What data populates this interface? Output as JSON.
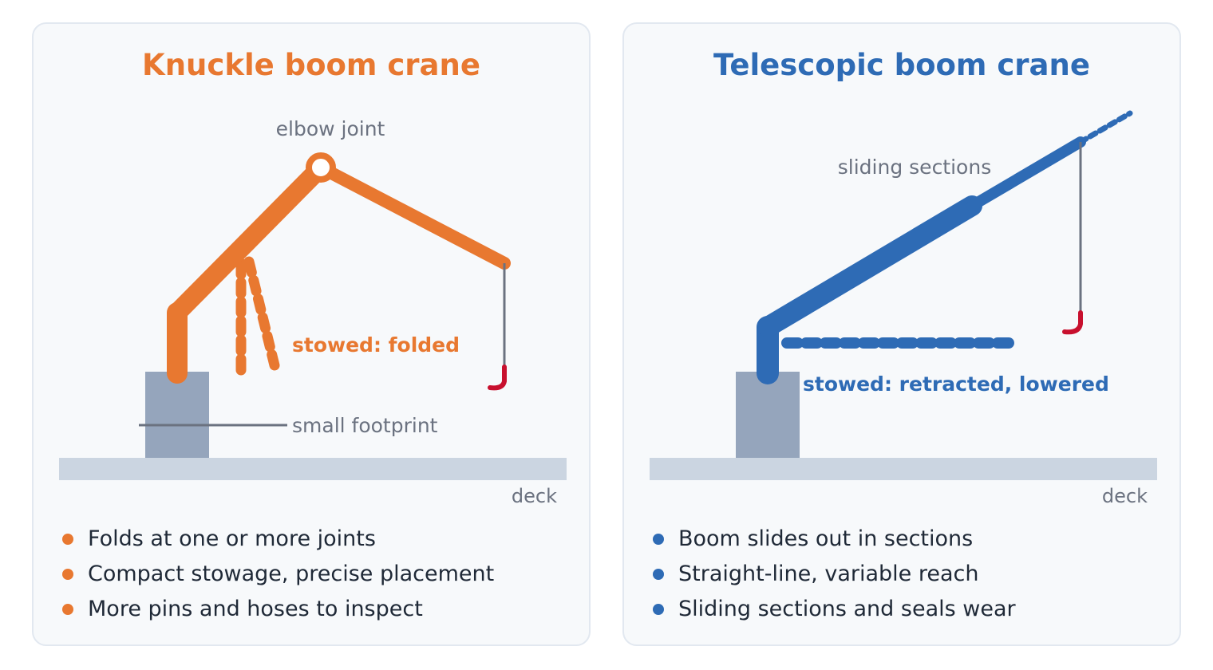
{
  "colors": {
    "knuckle": "#e87830",
    "telescopic": "#2e6bb5",
    "hook": "#c8102e",
    "cable": "#6b7280",
    "base": "#95a5bc",
    "deck": "#cbd5e1",
    "label": "#6b7280",
    "text": "#1f2937",
    "panel_bg": "#f7f9fb",
    "panel_border": "#e2e8f0"
  },
  "knuckle": {
    "title": "Knuckle boom crane",
    "labels": {
      "elbow": "elbow joint",
      "stowed": "stowed: folded",
      "footprint": "small footprint",
      "deck": "deck"
    },
    "bullets": [
      "Folds at one or more joints",
      "Compact stowage, precise placement",
      "More pins and hoses to inspect"
    ]
  },
  "telescopic": {
    "title": "Telescopic boom crane",
    "labels": {
      "sliding": "sliding sections",
      "stowed": "stowed: retracted, lowered",
      "deck": "deck"
    },
    "bullets": [
      "Boom slides out in sections",
      "Straight-line, variable reach",
      "Sliding sections and seals wear"
    ]
  }
}
